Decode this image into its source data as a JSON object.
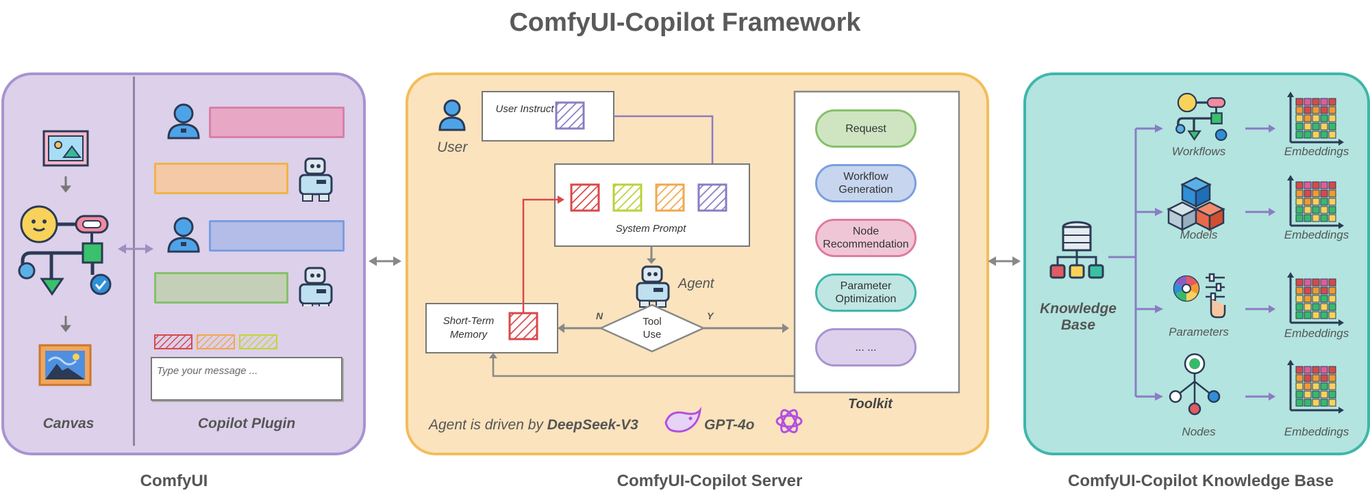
{
  "title": "ComfyUI-Copilot Framework",
  "comfyui": {
    "caption": "ComfyUI",
    "canvas_label": "Canvas",
    "plugin_label": "Copilot Plugin",
    "input_placeholder": "Type your message ..."
  },
  "server": {
    "caption": "ComfyUI-Copilot Server",
    "user_label": "User",
    "user_instruct": "User Instruct",
    "system_prompt": "System Prompt",
    "agent_label": "Agent",
    "decision_label": "Tool Use",
    "branch_no": "N",
    "branch_yes": "Y",
    "memory_label": "Short-Term Memory",
    "toolkit_label": "Toolkit",
    "toolkit_items": [
      "Request",
      "Workflow Generation",
      "Node Recommendation",
      "Parameter Optimization",
      "... ..."
    ],
    "driven_prefix": "Agent is driven by ",
    "model_1": "DeepSeek-V3",
    "model_2": "GPT-4o"
  },
  "knowledge_base": {
    "caption": "ComfyUI-Copilot Knowledge Base",
    "kb_label": "Knowledge Base",
    "sources": [
      "Workflows",
      "Models",
      "Parameters",
      "Nodes"
    ],
    "embedding_label": "Embeddings"
  },
  "colors": {
    "comfyui_panel": "#dcd0ea",
    "server_panel": "#fbe3bd",
    "kb_panel": "#b3e4df",
    "pink": "#e07aa0",
    "orange": "#f0a84e",
    "blue": "#7a9ee0",
    "green": "#86c06a",
    "red": "#d9484a",
    "lime": "#b7d33a",
    "purple": "#8b7cc4"
  }
}
